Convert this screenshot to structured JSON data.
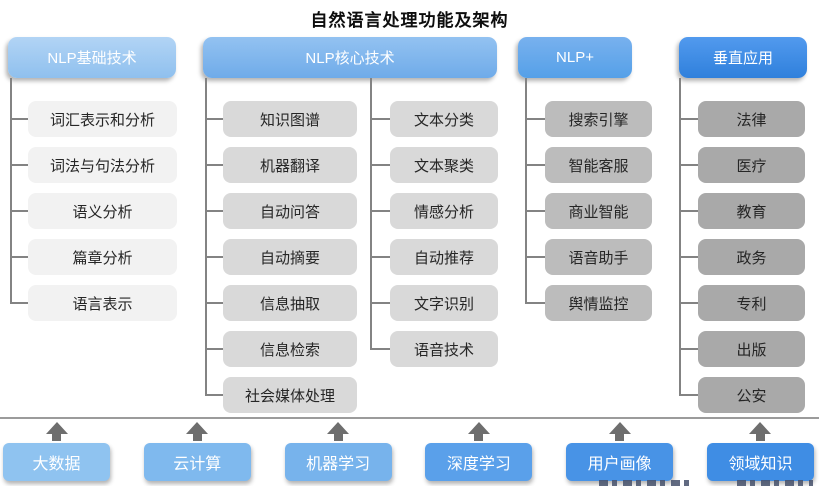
{
  "title": "自然语言处理功能及架构",
  "tree": {
    "basic": {
      "header": "NLP基础技术",
      "items": [
        "词汇表示和分析",
        "词法与句法分析",
        "语义分析",
        "篇章分析",
        "语言表示"
      ]
    },
    "core": {
      "header": "NLP核心技术",
      "items_left": [
        "知识图谱",
        "机器翻译",
        "自动问答",
        "自动摘要",
        "信息抽取",
        "信息检索",
        "社会媒体处理"
      ],
      "items_right": [
        "文本分类",
        "文本聚类",
        "情感分析",
        "自动推荐",
        "文字识别",
        "语音技术"
      ]
    },
    "nlp_plus": {
      "header": "NLP+",
      "items": [
        "搜索引擎",
        "智能客服",
        "商业智能",
        "语音助手",
        "舆情监控"
      ]
    },
    "vertical": {
      "header": "垂直应用",
      "items": [
        "法律",
        "医疗",
        "教育",
        "政务",
        "专利",
        "出版",
        "公安"
      ]
    }
  },
  "foundation": [
    {
      "label": "大数据",
      "color": "#8fc3f0"
    },
    {
      "label": "云计算",
      "color": "#7fb9ee"
    },
    {
      "label": "机器学习",
      "color": "#77b3ec"
    },
    {
      "label": "深度学习",
      "color": "#5aa0ea"
    },
    {
      "label": "用户画像",
      "color": "#4893e6"
    },
    {
      "label": "领域知识",
      "color": "#3f8de4"
    }
  ],
  "colors": {
    "header_basic": "#8fc0ee",
    "header_core": "#6fabe9",
    "header_nlp_plus": "#55a0e8",
    "header_vertical": "#2f80dc",
    "box_basic": "#f2f2f2",
    "box_core": "#d9d9d9",
    "box_nlp_plus": "#bcbcbc",
    "box_vertical": "#a9a9a9",
    "connector": "#838383",
    "arrow": "#6e6e6e"
  },
  "watermark_note": "illegible cropped watermark fragments at bottom-right edge"
}
